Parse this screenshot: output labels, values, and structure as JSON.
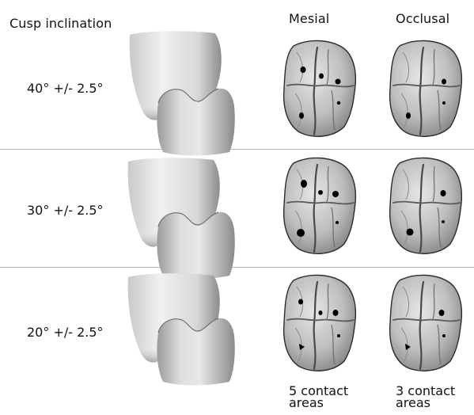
{
  "header": {
    "cusp_inclination": "Cusp inclination",
    "mesial": "Mesial",
    "occlusal": "Occlusal"
  },
  "rows": [
    {
      "label": "40° +/- 2.5°",
      "mesial_contacts": 5,
      "occlusal_contacts": 3
    },
    {
      "label": "30° +/- 2.5°",
      "mesial_contacts": 5,
      "occlusal_contacts": 3
    },
    {
      "label": "20° +/- 2.5°",
      "mesial_contacts": 5,
      "occlusal_contacts": 3
    }
  ],
  "footer": {
    "mesial_line1": "5 contact",
    "mesial_line2": "areas",
    "occlusal_line1": "3 contact",
    "occlusal_line2": "areas"
  }
}
